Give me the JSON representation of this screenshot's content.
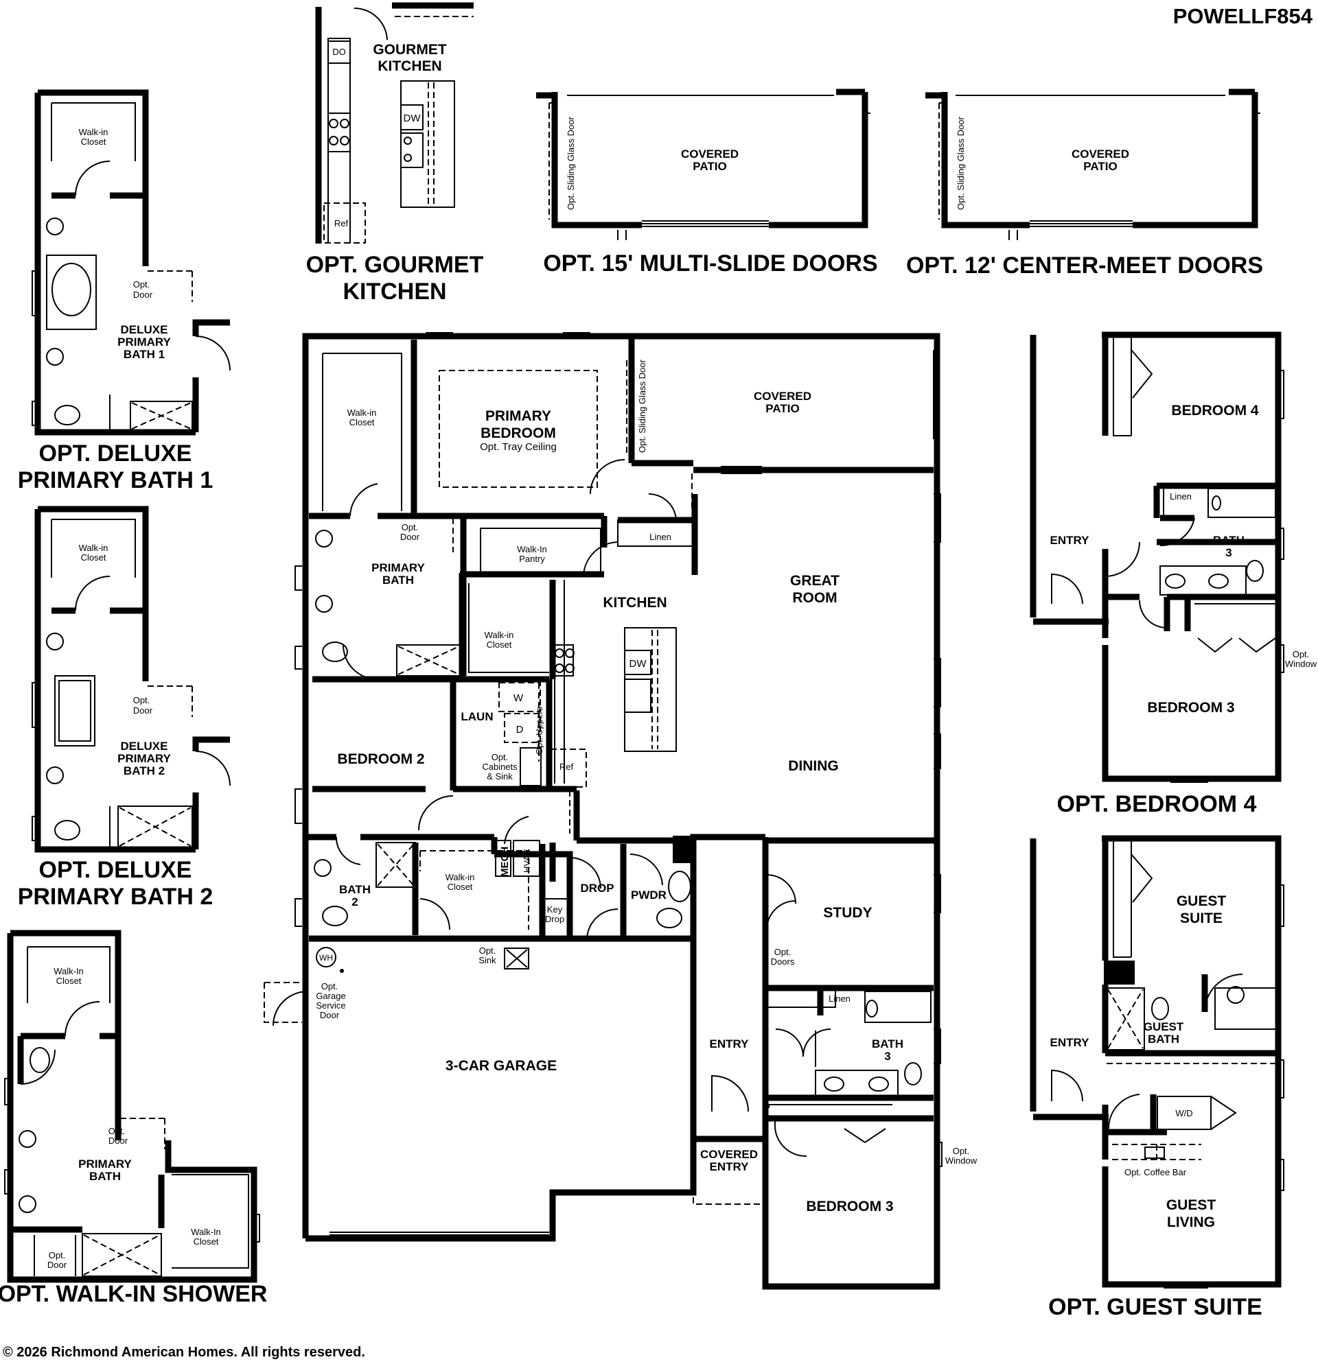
{
  "header": {
    "plan_code": "POWELLF854"
  },
  "footer": {
    "copyright": "© 2026 Richmond American Homes. All rights reserved."
  },
  "captions": {
    "gourmet_1": "OPT. GOURMET",
    "gourmet_2": "KITCHEN",
    "multislide": "OPT. 15' MULTI-SLIDE DOORS",
    "centermeet": "OPT. 12' CENTER-MEET DOORS",
    "deluxe1_1": "OPT. DELUXE",
    "deluxe1_2": "PRIMARY BATH 1",
    "deluxe2_1": "OPT. DELUXE",
    "deluxe2_2": "PRIMARY BATH 2",
    "walkin_shower": "OPT. WALK-IN SHOWER",
    "bedroom4": "OPT. BEDROOM 4",
    "guest_suite": "OPT. GUEST SUITE"
  },
  "gourmet": {
    "t1": "GOURMET",
    "t2": "KITCHEN",
    "do": "DO",
    "dw": "DW",
    "ref": "Ref"
  },
  "patio_multi": {
    "t1": "COVERED",
    "t2": "PATIO",
    "door": "Opt. Sliding Glass Door"
  },
  "patio_center": {
    "t1": "COVERED",
    "t2": "PATIO",
    "door": "Opt. Sliding Glass Door"
  },
  "deluxe1": {
    "closet1": "Walk-in",
    "closet2": "Closet",
    "door1": "Opt.",
    "door2": "Door",
    "bath1": "DELUXE",
    "bath2": "PRIMARY",
    "bath3": "BATH 1"
  },
  "deluxe2": {
    "closet1": "Walk-in",
    "closet2": "Closet",
    "door1": "Opt.",
    "door2": "Door",
    "bath1": "DELUXE",
    "bath2": "PRIMARY",
    "bath3": "BATH 2"
  },
  "walkin": {
    "closet_a1": "Walk-In",
    "closet_a2": "Closet",
    "door1": "Opt.",
    "door2": "Door",
    "bath1": "PRIMARY",
    "bath2": "BATH",
    "closet_b1": "Walk-In",
    "closet_b2": "Closet",
    "door3": "Opt.",
    "door4": "Door"
  },
  "main": {
    "closet1": "Walk-in",
    "closet2": "Closet",
    "primary_bed1": "PRIMARY",
    "primary_bed2": "BEDROOM",
    "tray": "Opt. Tray Ceiling",
    "sliding": "Opt. Sliding Glass Door",
    "patio1": "COVERED",
    "patio2": "PATIO",
    "optdoor1": "Opt.",
    "optdoor2": "Door",
    "pantry1": "Walk-In",
    "pantry2": "Pantry",
    "linen": "Linen",
    "primary_bath1": "PRIMARY",
    "primary_bath2": "BATH",
    "kitchen": "KITCHEN",
    "great1": "GREAT",
    "great2": "ROOM",
    "wic1": "Walk-in",
    "wic2": "Closet",
    "dw": "DW",
    "laun": "LAUN",
    "w": "W",
    "d": "D",
    "uppers": "Opt. Uppers",
    "cab1": "Opt.",
    "cab2": "Cabinets",
    "cab3": "& Sink",
    "ref": "Ref",
    "bedroom2": "BEDROOM 2",
    "dining": "DINING",
    "mech": "MECH",
    "hvac": "HVAC",
    "bath2_1": "BATH",
    "bath2_2": "2",
    "closet3": "Walk-in",
    "closet4": "Closet",
    "drop": "DROP",
    "pwdr": "PWDR",
    "key1": "Key",
    "key2": "Drop",
    "study": "STUDY",
    "wh": "WH",
    "sink1": "Opt.",
    "sink2": "Sink",
    "gsd1": "Opt.",
    "gsd2": "Garage",
    "gsd3": "Service",
    "gsd4": "Door",
    "doors1": "Opt.",
    "doors2": "Doors",
    "linen2": "Linen",
    "entry": "ENTRY",
    "bath3_1": "BATH",
    "bath3_2": "3",
    "garage": "3-CAR GARAGE",
    "covent1": "COVERED",
    "covent2": "ENTRY",
    "win1": "Opt.",
    "win2": "Window",
    "bedroom3": "BEDROOM 3"
  },
  "bed4": {
    "bedroom4": "BEDROOM 4",
    "entry": "ENTRY",
    "linen": "Linen",
    "bath1": "BATH",
    "bath2": "3",
    "win1": "Opt.",
    "win2": "Window",
    "bedroom3": "BEDROOM 3"
  },
  "guest": {
    "suite1": "GUEST",
    "suite2": "SUITE",
    "entry": "ENTRY",
    "bath1": "GUEST",
    "bath2": "BATH",
    "wd": "W/D",
    "coffee": "Opt. Coffee Bar",
    "living1": "GUEST",
    "living2": "LIVING"
  }
}
